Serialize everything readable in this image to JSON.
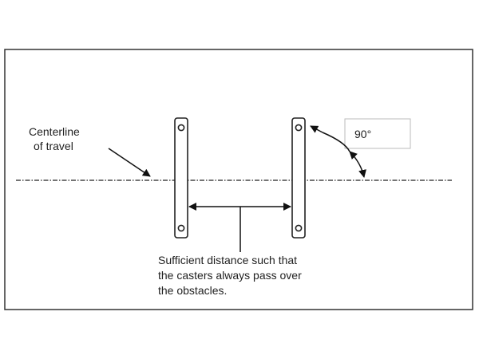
{
  "diagram": {
    "centerline_label": [
      "Centerline",
      "of travel"
    ],
    "angle_label": "90°",
    "distance_label": [
      "Sufficient distance such that",
      "the casters always pass over",
      "the obstacles."
    ]
  },
  "colors": {
    "line": "#222222",
    "frame": "#333333",
    "angle_box_border": "#bbbbbb",
    "background": "#ffffff"
  }
}
